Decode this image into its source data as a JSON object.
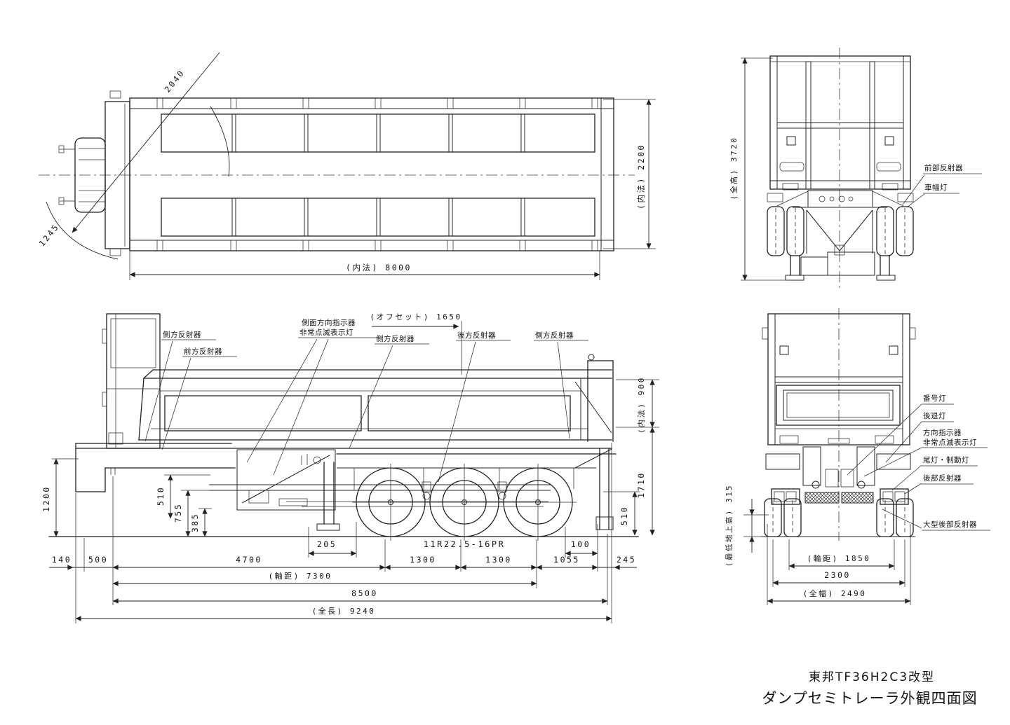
{
  "plan_view": {
    "dim_diagonal": "2040",
    "dim_radius": "1245",
    "dim_inner_length": "(内法) 8000",
    "dim_inner_width": "(内法) 2200"
  },
  "side_view": {
    "labels": {
      "side_reflector_1": "側方反射器",
      "front_reflector": "前方反射器",
      "side_turn_signal_line1": "側面方向指示器",
      "side_turn_signal_line2": "非常点滅表示灯",
      "side_reflector_2": "側方反射器",
      "rear_reflector": "後方反射器",
      "side_reflector_3": "側方反射器"
    },
    "dims": {
      "offset": "(オフセット) 1650",
      "height_1200": "1200",
      "height_510_left": "510",
      "height_755": "755",
      "height_385": "385",
      "gap_205": "205",
      "tire_size": "11R22.5-16PR",
      "gap_100": "100",
      "inner_height": "(内法) 900",
      "height_1710": "1710",
      "height_510_right": "510",
      "front_140": "140",
      "front_500": "500",
      "kingpin_to_axle": "4700",
      "axle_spacing_1": "1300",
      "axle_spacing_2": "1300",
      "rear_1055": "1055",
      "rear_245": "245",
      "wheelbase": "(軸距) 7300",
      "length_8500": "8500",
      "overall_length": "(全長) 9240"
    }
  },
  "front_view": {
    "dims": {
      "overall_height": "(全高) 3720"
    },
    "labels": {
      "front_reflector": "前部反射器",
      "clearance_lamp": "車幅灯"
    }
  },
  "rear_view": {
    "labels": {
      "license_plate_lamp": "番号灯",
      "backup_lamp": "後退灯",
      "turn_signal": "方向指示器",
      "hazard_lamp": "非常点滅表示灯",
      "tail_brake_lamp": "尾灯・制動灯",
      "rear_reflector": "後部反射器",
      "large_rear_reflector": "大型後部反射器"
    },
    "dims": {
      "ground_clearance": "(最低地上高) 315",
      "track_width": "(輪距) 1850",
      "width_2300": "2300",
      "overall_width": "(全幅) 2490"
    }
  },
  "title_block": {
    "model": "東邦TF36H2C3改型",
    "drawing_title": "ダンプセミトレーラ外観四面図"
  }
}
